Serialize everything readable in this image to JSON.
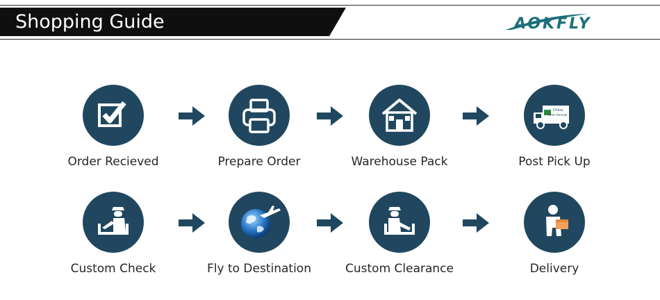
{
  "header": {
    "title": "Shopping Guide",
    "logo_text": "AOKFLY"
  },
  "steps": [
    {
      "label": "Order Recieved",
      "icon": "checkbox-icon"
    },
    {
      "label": "Prepare Order",
      "icon": "printer-icon"
    },
    {
      "label": "Warehouse Pack",
      "icon": "house-icon"
    },
    {
      "label": "Post Pick Up",
      "icon": "delivery-truck-icon",
      "truck_text_1": "China",
      "truck_text_2": "Post Airmail"
    },
    {
      "label": "Custom Check",
      "icon": "customs-officer-icon"
    },
    {
      "label": "Fly to Destination",
      "icon": "globe-airplane-icon"
    },
    {
      "label": "Custom Clearance",
      "icon": "customs-officer-icon"
    },
    {
      "label": "Delivery",
      "icon": "delivery-person-icon"
    }
  ],
  "colors": {
    "circle": "#20475f",
    "arrow": "#20475f",
    "banner": "#0f0f0f",
    "label_text": "#262626",
    "logo_teal": "#1d6f7a"
  }
}
